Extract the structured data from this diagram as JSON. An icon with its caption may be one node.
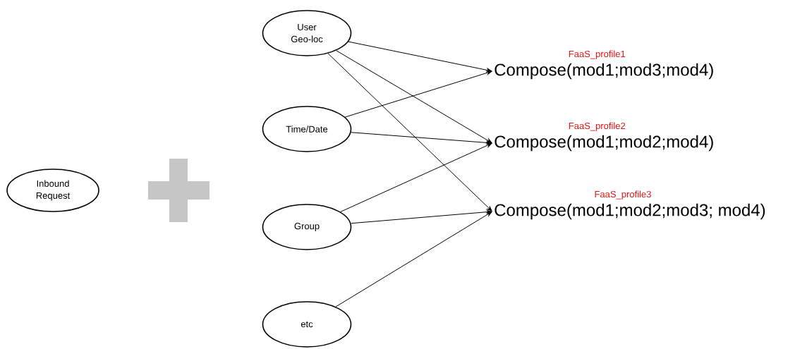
{
  "diagram": {
    "nodes": [
      {
        "text": [
          "Inbound Request"
        ]
      },
      {
        "text": [
          "User Geo-loc"
        ]
      },
      {
        "text": [
          "Time/Date"
        ]
      },
      {
        "text": [
          "Group"
        ]
      },
      {
        "text": [
          "etc"
        ]
      },
      {
        "text": [
          "Compose(mod1;mod3;mod4)"
        ],
        "beside": [
          "FaaS_profile1"
        ]
      },
      {
        "text": [
          "Compose(mod1;mod2;mod4)"
        ],
        "beside": [
          "FaaS_profile2"
        ]
      },
      {
        "text": [
          "Compose(mod1;mod2;mod3; mod4)"
        ],
        "beside": [
          "FaaS_profile3"
        ]
      }
    ],
    "edges": [
      {
        "from": 1,
        "to": 5,
        "arrow": "to"
      },
      {
        "from": 1,
        "to": 6,
        "arrow": "to"
      },
      {
        "from": 1,
        "to": 7,
        "arrow": "to"
      },
      {
        "from": 2,
        "to": 5,
        "arrow": "to"
      },
      {
        "from": 2,
        "to": 6,
        "arrow": "to"
      },
      {
        "from": 3,
        "to": 6,
        "arrow": "to"
      },
      {
        "from": 3,
        "to": 7,
        "arrow": "to"
      },
      {
        "from": 4,
        "to": 7,
        "arrow": "to"
      }
    ]
  }
}
